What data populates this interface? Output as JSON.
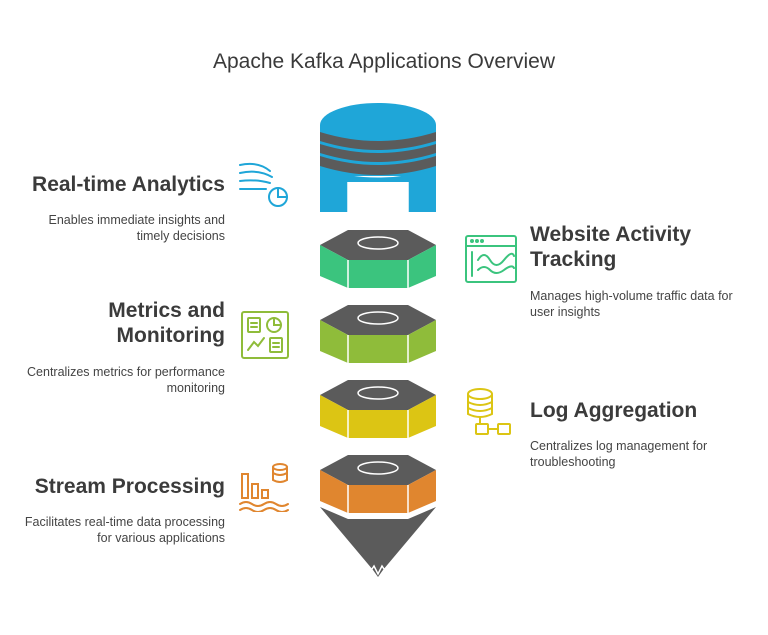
{
  "title": "Apache Kafka Applications Overview",
  "items": [
    {
      "heading": "Real-time Analytics",
      "desc_lines": [
        "Enables immediate insights and",
        "timely decisions"
      ],
      "color": "#1fa6d8",
      "icon": "analytics-icon"
    },
    {
      "heading_lines": [
        "Website Activity",
        "Tracking"
      ],
      "desc_lines": [
        "Manages high-volume traffic data for",
        "user insights"
      ],
      "color": "#3bc47e",
      "icon": "browser-activity-icon"
    },
    {
      "heading_lines": [
        "Metrics and",
        "Monitoring"
      ],
      "desc_lines": [
        "Centralizes metrics for performance",
        "monitoring"
      ],
      "color": "#8fbc3a",
      "icon": "dashboard-icon"
    },
    {
      "heading": "Log Aggregation",
      "desc_lines": [
        "Centralizes log management for",
        "troubleshooting"
      ],
      "color": "#dcc514",
      "icon": "database-logs-icon"
    },
    {
      "heading": "Stream Processing",
      "desc_lines": [
        "Facilitates real-time data processing",
        "for various applications"
      ],
      "color": "#e0862f",
      "icon": "stream-processing-icon"
    }
  ]
}
